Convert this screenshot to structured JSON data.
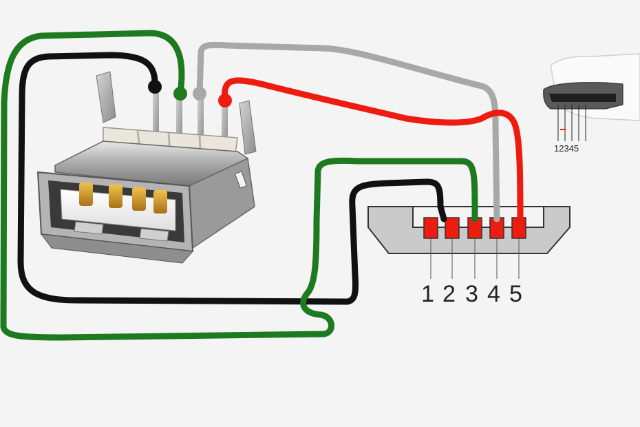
{
  "diagram": {
    "micro_usb_pins": [
      "1",
      "2",
      "3",
      "4",
      "5"
    ],
    "plug_pin_label": "12345",
    "colors": {
      "background": "#f4f4f4",
      "wire_green": "#1d7a1f",
      "wire_black": "#111111",
      "wire_gray": "#a8a8a8",
      "wire_red": "#ee1c10",
      "pin_red": "#ee1c10",
      "connector_body": "#c9c9c9",
      "connector_outline": "#333333"
    },
    "connections": [
      {
        "wire": "green",
        "from": "usb-a-pin-3",
        "to": "micro-pin-3"
      },
      {
        "wire": "black",
        "from": "usb-a-pin-4",
        "to": "micro-pin-2"
      },
      {
        "wire": "gray",
        "from": "usb-a-pin-2",
        "to": "micro-pin-4"
      },
      {
        "wire": "red",
        "from": "usb-a-pin-1",
        "to": "micro-pin-5"
      }
    ]
  }
}
